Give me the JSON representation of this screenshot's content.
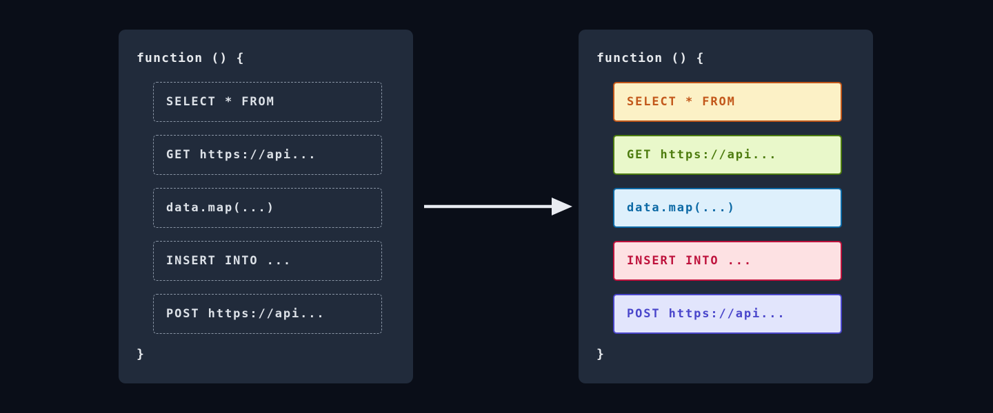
{
  "page": {
    "background": "#0a0e18"
  },
  "arrow": {
    "color": "#e8ebf1"
  },
  "left_panel": {
    "title": "function () {",
    "closing_brace": "}",
    "colors": {
      "background": "#212b3b",
      "color": "#e7eaee"
    },
    "blocks": [
      {
        "label": "SELECT * FROM",
        "bg": "transparent",
        "border": "#8b96a6",
        "text": "#dde2e8"
      },
      {
        "label": "GET https://api...",
        "bg": "transparent",
        "border": "#8b96a6",
        "text": "#dde2e8"
      },
      {
        "label": "data.map(...)",
        "bg": "transparent",
        "border": "#8b96a6",
        "text": "#dde2e8"
      },
      {
        "label": "INSERT INTO ...",
        "bg": "transparent",
        "border": "#8b96a6",
        "text": "#dde2e8"
      },
      {
        "label": "POST https://api...",
        "bg": "transparent",
        "border": "#8b96a6",
        "text": "#dde2e8"
      }
    ]
  },
  "right_panel": {
    "title": "function () {",
    "closing_brace": "}",
    "colors": {
      "background": "#212b3b",
      "color": "#e7eaee"
    },
    "blocks": [
      {
        "label": "SELECT * FROM",
        "bg": "#fcf1c6",
        "border": "#c2571a",
        "text": "#c2571a"
      },
      {
        "label": "GET https://api...",
        "bg": "#e9f8ca",
        "border": "#4d7c0f",
        "text": "#4d7c0f"
      },
      {
        "label": "data.map(...)",
        "bg": "#def0fc",
        "border": "#0c69a5",
        "text": "#0c69a5"
      },
      {
        "label": "INSERT INTO ...",
        "bg": "#fde1e3",
        "border": "#be123c",
        "text": "#be123c"
      },
      {
        "label": "POST https://api...",
        "bg": "#e2e5fc",
        "border": "#4a46cb",
        "text": "#4a46cb"
      }
    ]
  }
}
